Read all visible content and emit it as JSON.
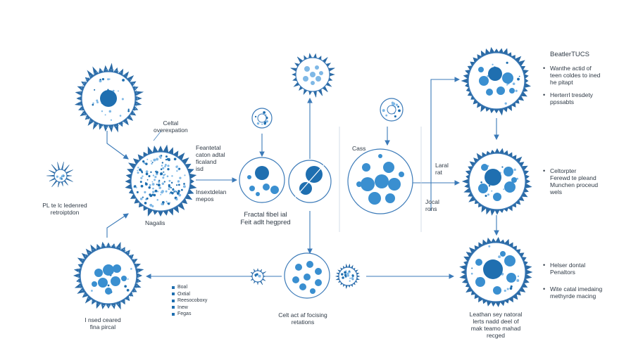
{
  "labels": {
    "cell_annotation": "Celtal\noverexpation",
    "left_small": "PL te lc ledenred\nretroiptdon",
    "center_cell_caption": "Nagalis",
    "top_mid_text": "Feantetal\ncaton adtal\nficaland\nisd",
    "mid_text": "Insextdelan\nmepos",
    "mid_bottom_caption": "Fractal fibel ial\nFeit adlt hegpred",
    "large_cell_tag": "Cass",
    "lateral": "Laral\nrat",
    "lower_mid": "Jocal\nrons",
    "bottom_left_caption": "I nsed ceared\nfina pircal",
    "bottom_mid_caption": "Celt act af focising\nretations",
    "bottom_right_caption": "Leathan sey natoral\nlerts nadd deel of\nmak teamo mahad\nrecged",
    "right_title": "BeatlerTUCS",
    "right_1": "Wanthe actid of\nteen coldes to ined\nhe pitapt",
    "right_2": "Herterrl tresdety\nppssabts",
    "right_3": "Celtorpter\nFerewd te pleand\nMunchen proceud\nwels",
    "right_4": "Helser dontal\nPenaltors",
    "right_5": "Wite catal imedaing\nmethyrde macing"
  },
  "legend": [
    "Boal",
    "Oxtial",
    "Reesocoboxy",
    "Inew",
    "Fegas"
  ],
  "bullet_glyph": "•",
  "colors": {
    "dark": "#1f6fb0",
    "mid": "#3a8fd0",
    "light": "#7fb8e6",
    "pale": "#e7f2fb",
    "line": "#3b7ab8",
    "spike": "#2b6aa5"
  }
}
